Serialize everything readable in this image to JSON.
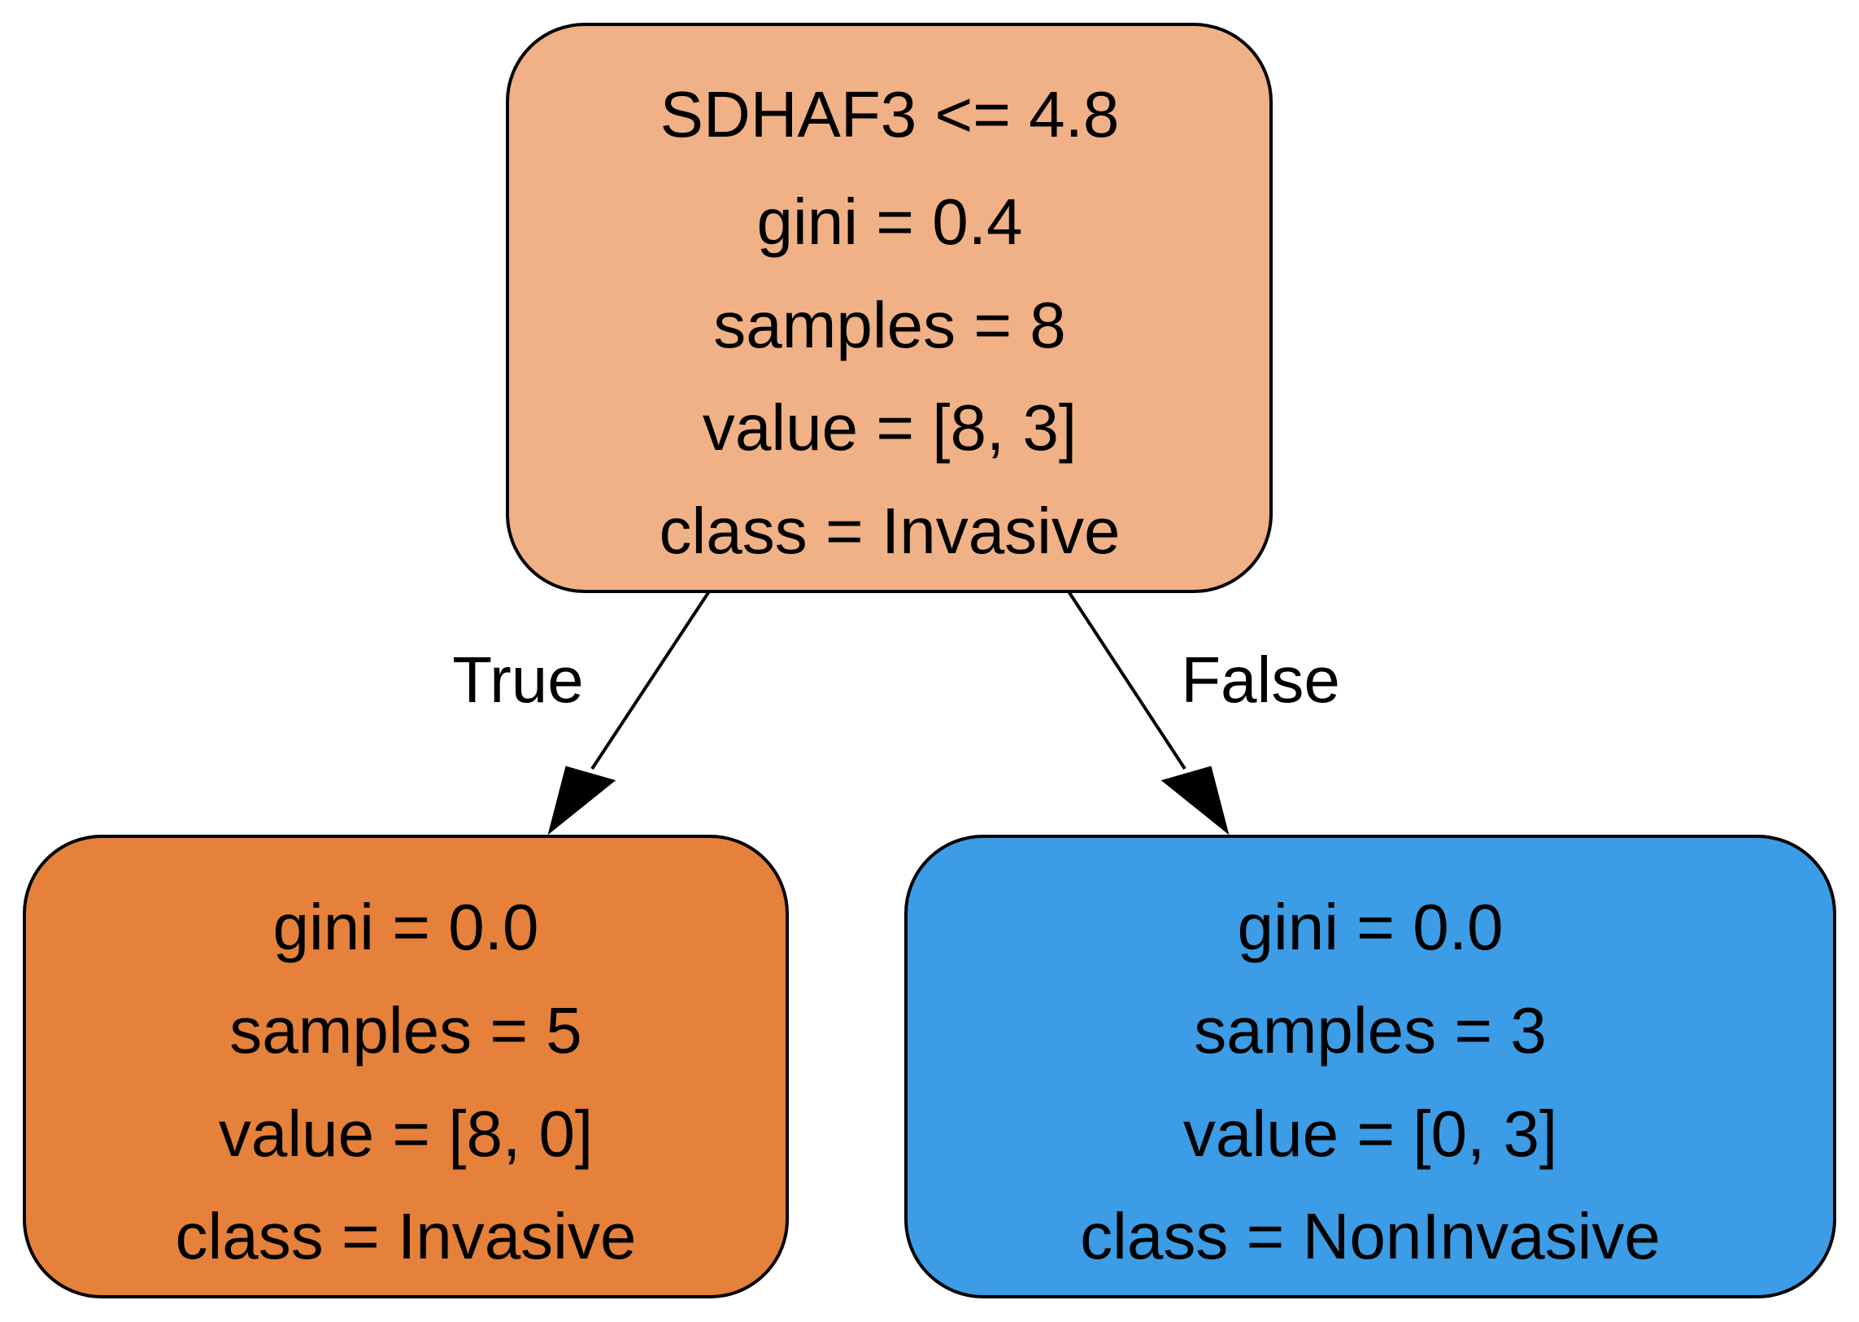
{
  "colors": {
    "root_fill": "#f0b186",
    "left_fill": "#e5813a",
    "right_fill": "#3c9ce5"
  },
  "nodes": {
    "root": {
      "lines": [
        "SDHAF3 <= 4.8",
        "gini = 0.4",
        "samples = 8",
        "value = [8, 3]",
        "class = Invasive"
      ]
    },
    "left": {
      "lines": [
        "gini = 0.0",
        "samples = 5",
        "value = [8, 0]",
        "class = Invasive"
      ]
    },
    "right": {
      "lines": [
        "gini = 0.0",
        "samples = 3",
        "value = [0, 3]",
        "class = NonInvasive"
      ]
    }
  },
  "edges": {
    "true_label": "True",
    "false_label": "False"
  }
}
